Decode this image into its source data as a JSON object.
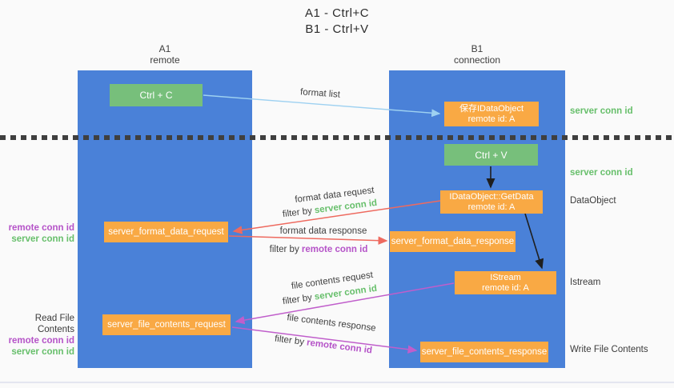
{
  "title": {
    "line1": "A1 - Ctrl+C",
    "line2": "B1 - Ctrl+V"
  },
  "columns": {
    "a": {
      "id": "A1",
      "name": "remote"
    },
    "b": {
      "id": "B1",
      "name": "connection"
    }
  },
  "nodes": {
    "ctrl_c": {
      "label": "Ctrl + C"
    },
    "ctrl_v": {
      "label": "Ctrl + V"
    },
    "save_dataobject": {
      "line1": "保存IDataObject",
      "line2": "remote id: A"
    },
    "getdata": {
      "line1": "IDataObject::GetData",
      "line2": "remote id: A"
    },
    "istream": {
      "line1": "IStream",
      "line2": "remote id: A"
    },
    "format_request": {
      "label": "server_format_data_request"
    },
    "format_response": {
      "label": "server_format_data_response"
    },
    "file_request": {
      "label": "server_file_contents_request"
    },
    "file_response": {
      "label": "server_file_contents_response"
    }
  },
  "arrow_labels": {
    "format_list": "format list",
    "format_data_request": "format data request",
    "format_data_response": "format data response",
    "file_contents_request": "file contents request",
    "file_contents_response": "file contents response",
    "filter_by": "filter by",
    "server_conn_id": "server conn id",
    "remote_conn_id": "remote conn id"
  },
  "side_labels": {
    "right_server_conn_id_1": "server conn id",
    "right_server_conn_id_2": "server conn id",
    "right_dataobject": "DataObject",
    "right_istream": "Istream",
    "right_write_file": "Write File Contents",
    "left_read_file": "Read File Contents",
    "left_remote_conn_id_1": "remote conn id",
    "left_server_conn_id_1": "server conn id",
    "left_remote_conn_id_2": "remote conn id",
    "left_server_conn_id_2": "server conn id"
  },
  "colors": {
    "column_blue": "#4a81d8",
    "box_green": "#77bf7b",
    "box_orange": "#f9a944",
    "arrow_blue": "#9ed1f1",
    "arrow_red": "#ee6a5f",
    "arrow_magenta": "#c05ecb",
    "arrow_black": "#1f1f1f",
    "text_green": "#67bf6b",
    "text_purple": "#b553c8",
    "text_dark": "#3b3b3b"
  }
}
